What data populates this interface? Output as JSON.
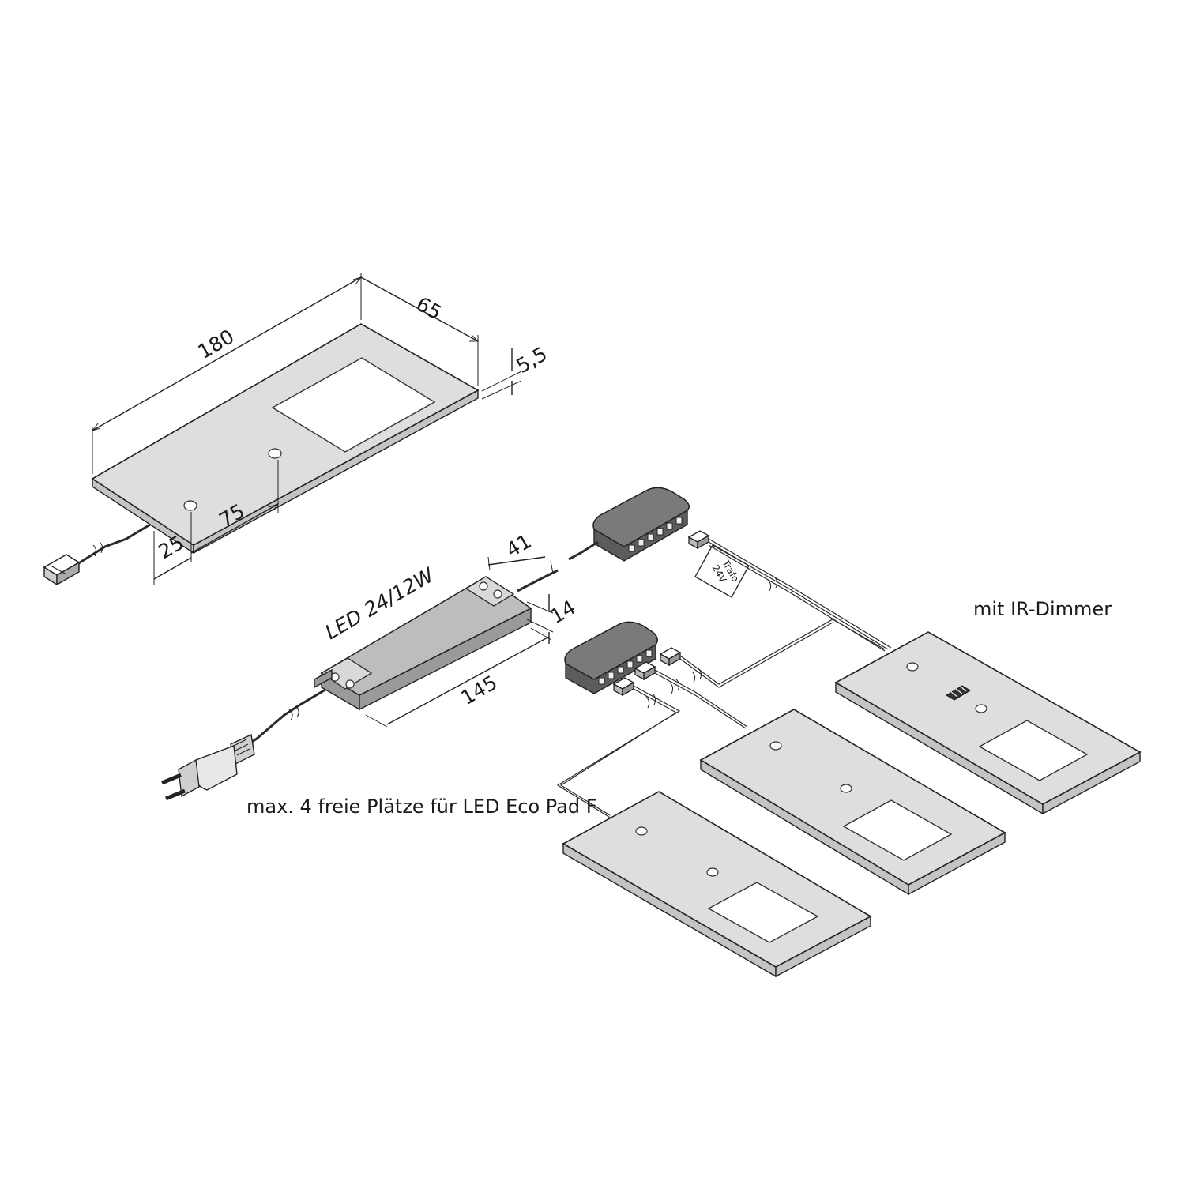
{
  "dimensions": {
    "length": "180",
    "width": "65",
    "height": "5,5",
    "hole_offset_side": "25",
    "hole_spacing": "75",
    "driver_width": "41",
    "driver_height": "14",
    "driver_length": "145"
  },
  "labels": {
    "driver": "LED 24/12W",
    "ir_dimmer": "mit IR-Dimmer",
    "free_slots": "max. 4 freie Plätze für LED Eco Pad F",
    "trafo_line1": "Trafo",
    "trafo_line2": "24V"
  },
  "icons": [
    "connector-plug-icon",
    "euro-plug-icon",
    "distributor-icon",
    "ir-sensor-icon"
  ]
}
